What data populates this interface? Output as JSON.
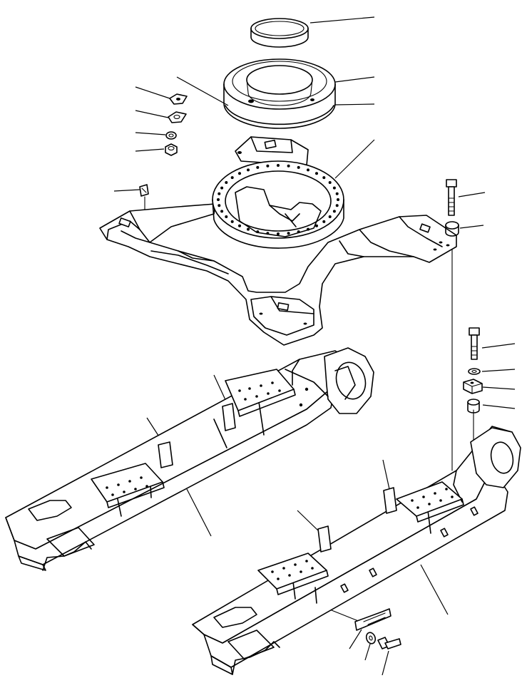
{
  "diagram": {
    "kind": "exploded-parts-view",
    "background": "#ffffff",
    "line_color": "#000000",
    "parts": [
      {
        "id": "seal-ring",
        "group": "swing-circle"
      },
      {
        "id": "swing-circle-outer",
        "group": "swing-circle"
      },
      {
        "id": "swing-circle-inner",
        "group": "swing-circle"
      },
      {
        "id": "cover-plate",
        "group": "fasteners-left"
      },
      {
        "id": "gasket",
        "group": "fasteners-left"
      },
      {
        "id": "washer",
        "group": "fasteners-left"
      },
      {
        "id": "nut",
        "group": "fasteners-left"
      },
      {
        "id": "grease-fitting",
        "group": "fasteners-left"
      },
      {
        "id": "center-frame",
        "group": "frame"
      },
      {
        "id": "bolt-upper",
        "group": "fasteners-right"
      },
      {
        "id": "spacer-upper",
        "group": "fasteners-right"
      },
      {
        "id": "bolt-middle",
        "group": "fasteners-right"
      },
      {
        "id": "washer-middle",
        "group": "fasteners-right"
      },
      {
        "id": "block",
        "group": "fasteners-right"
      },
      {
        "id": "bushing",
        "group": "fasteners-right"
      },
      {
        "id": "track-frame-left",
        "group": "track-frames"
      },
      {
        "id": "track-frame-right",
        "group": "track-frames"
      },
      {
        "id": "guard-bracket",
        "group": "track-frames"
      },
      {
        "id": "lock-washer",
        "group": "fasteners-bottom"
      },
      {
        "id": "bolt-bottom",
        "group": "fasteners-bottom"
      }
    ]
  }
}
